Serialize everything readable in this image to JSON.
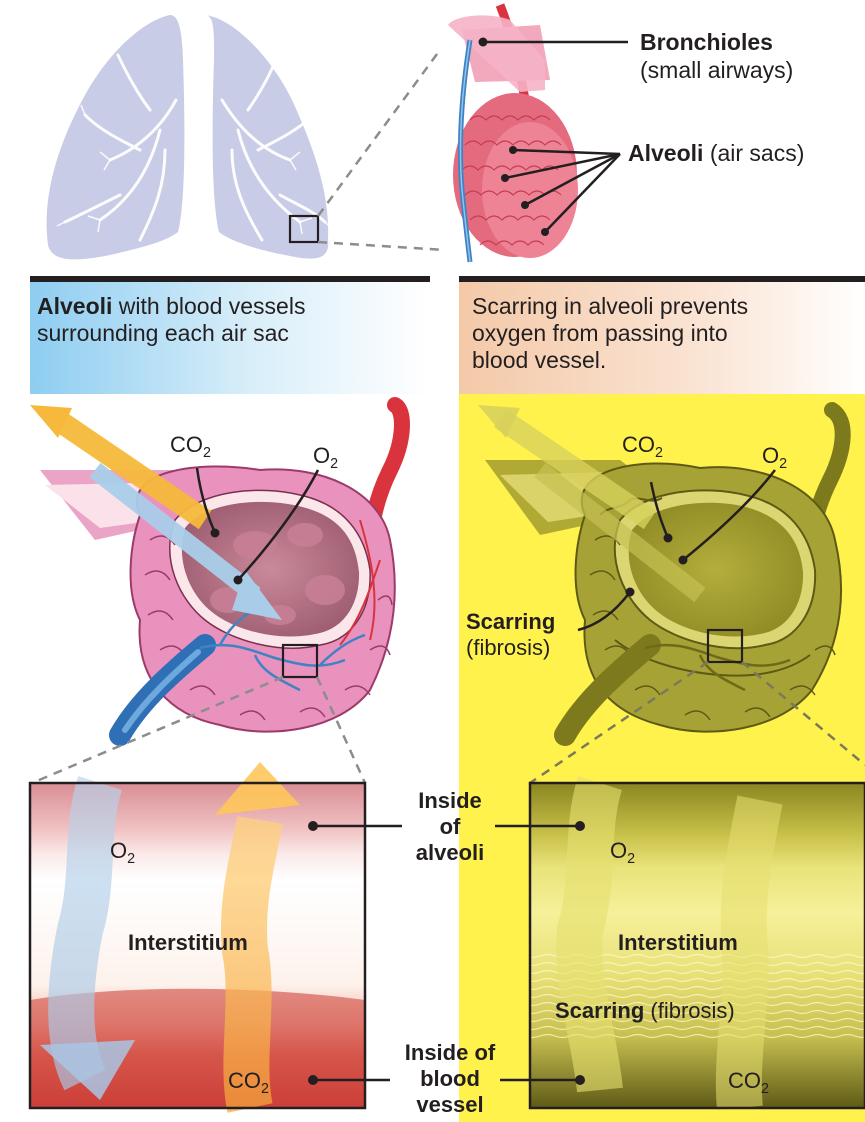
{
  "top_labels": {
    "bronchioles_bold": "Bronchioles",
    "bronchioles_sub": "(small airways)",
    "alveoli_bold": "Alveoli",
    "alveoli_sub": "(air sacs)"
  },
  "left_caption": {
    "bold": "Alveoli",
    "line1_rest": " with blood vessels",
    "line2": "surrounding each air sac"
  },
  "right_caption": {
    "line1": "Scarring in alveoli prevents",
    "line2": "oxygen from passing into",
    "line3": "blood vessel."
  },
  "gas_labels": {
    "co2_main": "CO",
    "co2_sub": "2",
    "o2_main": "O",
    "o2_sub": "2"
  },
  "scarring_label": {
    "bold": "Scarring",
    "sub": "(fibrosis)"
  },
  "center_labels": {
    "inside_alveoli": [
      "Inside",
      "of",
      "alveoli"
    ],
    "inside_vessel": [
      "Inside of",
      "blood",
      "vessel"
    ]
  },
  "left_box": {
    "interstitium": "Interstitium"
  },
  "right_box": {
    "interstitium": "Interstitium",
    "scarring_bold": "Scarring",
    "scarring_rest": " (fibrosis)"
  },
  "colors": {
    "lung": "#c9cce6",
    "alveoli_pink": "#e9a1c3",
    "vessel_red": "#d9343d",
    "vessel_blue": "#2f6fb6",
    "co2_arrow": "#f6b93b",
    "o2_arrow": "#a9cde9",
    "fibrosis_yellow": "#fff24d",
    "fibrosis_olive": "#a4a034",
    "left_caption_bg": "#d7ecf8",
    "right_caption_bg": "#f7dcc6"
  }
}
